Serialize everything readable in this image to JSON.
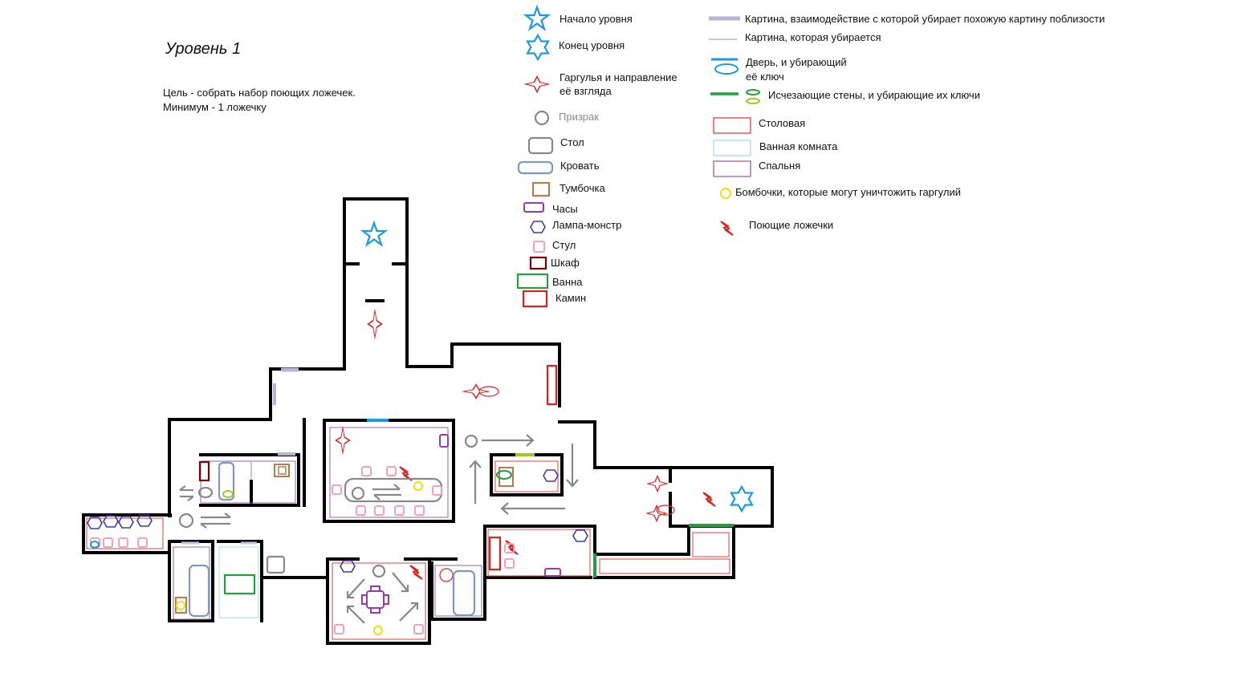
{
  "title": "Уровень 1",
  "goal": {
    "line1": "Цель - собрать набор поющих ложечек.",
    "line2": "Минимум - 1 ложечку"
  },
  "legend": {
    "start": "Начало уровня",
    "end": "Конец уровня",
    "gargoyle_line1": "Гаргулья и направление",
    "gargoyle_line2": "её взгляда",
    "ghost": "Призрак",
    "table": "Стол",
    "bed": "Кровать",
    "nightstand": "Тумбочка",
    "clock": "Часы",
    "lamp_monster": "Лампа-монстр",
    "chair": "Стул",
    "wardrobe": "Шкаф",
    "bath": "Ванна",
    "fireplace": "Камин",
    "painting_trigger": "Картина, взаимодействие с которой убирает похожую картину поблизости",
    "painting_removed": "Картина, которая убирается",
    "door_line1": "Дверь, и убирающий",
    "door_line2": "её ключ",
    "vanishing_walls": "Исчезающие стены, и убирающие их ключи",
    "dining_room": "Столовая",
    "bathroom": "Ванная комната",
    "bedroom": "Спальня",
    "bombs": "Бомбочки, которые могут уничтожить гаргулий",
    "spoons": "Поющие ложечки"
  },
  "colors": {
    "wall": "#000000",
    "star": "#1a9be0",
    "gargoyle": "#e02020",
    "ghost": "#888888",
    "table": "#888888",
    "bed": "#7f98bf",
    "nightstand": "#b87a50",
    "clock": "#9b3aa8",
    "lamp": "#3a3ab0",
    "chair": "#f4a0b8",
    "wardrobe": "#800000",
    "bath": "#22a040",
    "fireplace": "#e02020",
    "painting_trigger": "#b8b4d8",
    "painting_removed": "#c8c4e0",
    "door": "#1a9be0",
    "vanish_wall": "#22a040",
    "vanish_key": "#a0c820",
    "dining": "#e04040",
    "bathroom_zone": "#a8d8e8",
    "bedroom_zone": "#9a60a8",
    "bomb": "#f0e020",
    "spoon": "#e02020"
  }
}
